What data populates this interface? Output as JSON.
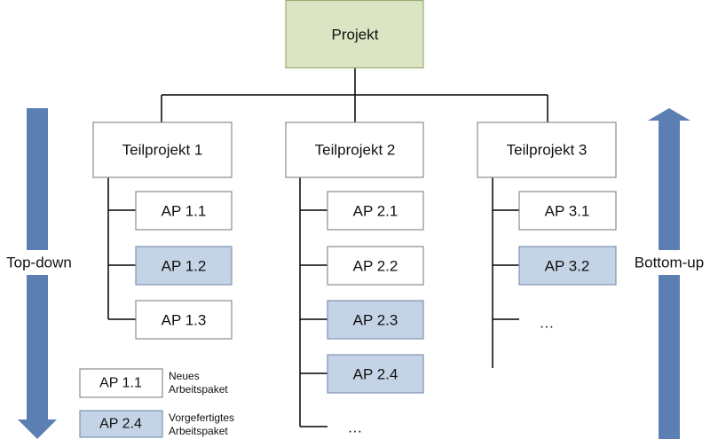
{
  "root": {
    "label": "Projekt",
    "fill": "#dbe4c3"
  },
  "subprojects": [
    {
      "label": "Teilprojekt 1",
      "packages": [
        {
          "label": "AP 1.1",
          "type": "new"
        },
        {
          "label": "AP 1.2",
          "type": "prefab"
        },
        {
          "label": "AP 1.3",
          "type": "new"
        }
      ]
    },
    {
      "label": "Teilprojekt 2",
      "packages": [
        {
          "label": "AP 2.1",
          "type": "new"
        },
        {
          "label": "AP 2.2",
          "type": "new"
        },
        {
          "label": "AP 2.3",
          "type": "prefab"
        },
        {
          "label": "AP 2.4",
          "type": "prefab"
        }
      ],
      "more": "…"
    },
    {
      "label": "Teilprojekt 3",
      "packages": [
        {
          "label": "AP 3.1",
          "type": "new"
        },
        {
          "label": "AP 3.2",
          "type": "prefab"
        }
      ],
      "more": "…"
    }
  ],
  "arrows": {
    "left": "Top-down",
    "right": "Bottom-up",
    "color": "#5b7fb3"
  },
  "legend": {
    "new": {
      "box": "AP 1.1",
      "line1": "Neues",
      "line2": "Arbeitspaket"
    },
    "prefab": {
      "box": "AP 2.4",
      "line1": "Vorgefertigtes",
      "line2": "Arbeitspaket",
      "fill": "#c5d3e6"
    }
  }
}
